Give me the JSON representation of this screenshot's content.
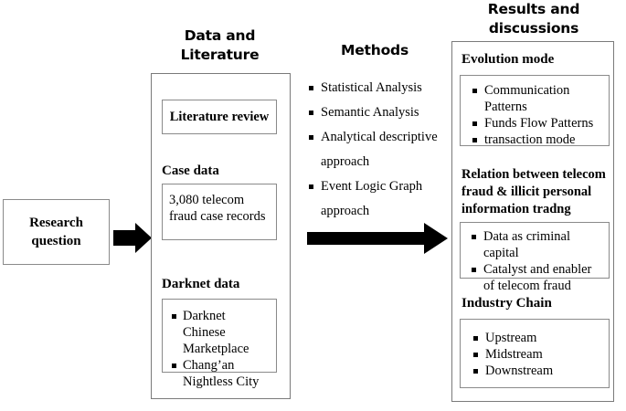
{
  "diagram": {
    "title": "Research framework: telecom fraud study",
    "start": {
      "label": "Research\nquestion",
      "line1": "Research",
      "line2": "question"
    },
    "columns": [
      {
        "id": "data-literature",
        "header_line1": "Data and",
        "header_line2": "Literature",
        "sections": [
          {
            "id": "literature-review",
            "label": "",
            "box_text": "Literature review",
            "items": []
          },
          {
            "id": "case-data",
            "label": "Case data",
            "box_text": "3,080 telecom fraud case records",
            "items": []
          },
          {
            "id": "darknet-data",
            "label": "Darknet data",
            "box_text": "",
            "items": [
              "Darknet Chinese Marketplace",
              "Chang’an Nightless City"
            ]
          }
        ]
      },
      {
        "id": "methods",
        "header_line1": "Methods",
        "header_line2": "",
        "items": [
          "Statistical Analysis",
          "Semantic Analysis",
          "Analytical descriptive approach",
          "Event Logic Graph approach"
        ]
      },
      {
        "id": "results-discussions",
        "header_line1": "Results and",
        "header_line2": "discussions",
        "sections": [
          {
            "id": "evolution-mode",
            "label": "Evolution mode",
            "items": [
              "Communication Patterns",
              "Funds Flow Patterns",
              "transaction mode"
            ]
          },
          {
            "id": "relation-telecom-fraud",
            "label": "Relation between telecom fraud & illicit personal information tradng",
            "items": [
              "Data as criminal capital",
              "Catalyst and enabler of telecom fraud"
            ]
          },
          {
            "id": "industry-chain",
            "label": "Industry Chain",
            "items": [
              "Upstream",
              "Midstream",
              "Downstream"
            ]
          }
        ]
      }
    ],
    "arrows": [
      {
        "id": "arrow-question-to-data",
        "direction": "right",
        "style": "short-block"
      },
      {
        "id": "arrow-methods-to-results",
        "direction": "right",
        "style": "long-block"
      }
    ],
    "colors": {
      "stroke": "#7a7a7a",
      "fill": "#ffffff",
      "text": "#000000",
      "arrow": "#000000"
    }
  }
}
